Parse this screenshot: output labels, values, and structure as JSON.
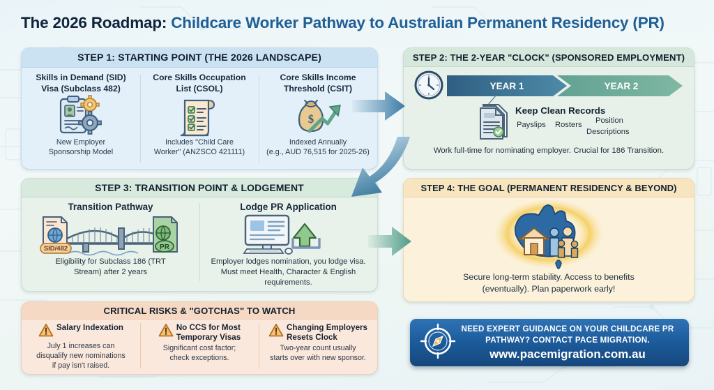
{
  "title": {
    "lead": "The 2026 Roadmap:",
    "rest": "Childcare Worker Pathway to Australian Permanent Residency (PR)"
  },
  "step1": {
    "header": "STEP 1: STARTING POINT (THE 2026 LANDSCAPE)",
    "columns": [
      {
        "title": "Skills in Demand (SID)\nVisa (Subclass 482)",
        "title_l1": "Skills in Demand (SID)",
        "title_l2": "Visa (Subclass 482)",
        "icon": "clipboard-gears-icon",
        "sub_l1": "New Employer",
        "sub_l2": "Sponsorship Model"
      },
      {
        "title_l1": "Core Skills Occupation",
        "title_l2": "List (CSOL)",
        "icon": "checklist-scroll-icon",
        "sub_l1": "Includes \"Child Care",
        "sub_l2": "Worker\" (ANZSCO 421111)"
      },
      {
        "title_l1": "Core Skills Income",
        "title_l2": "Threshold (CSIT)",
        "icon": "money-bag-growth-icon",
        "sub_l1": "Indexed Annually",
        "sub_l2": "(e.g., AUD 76,515 for 2025-26)"
      }
    ]
  },
  "step2": {
    "header": "STEP 2: THE 2-YEAR \"CLOCK\" (SPONSORED EMPLOYMENT)",
    "clock_icon": "wall-clock-icon",
    "year1_label": "YEAR 1",
    "year2_label": "YEAR 2",
    "doc_icon": "document-check-icon",
    "records_title": "Keep Clean Records",
    "tags": [
      "Payslips",
      "Rosters",
      "Position",
      "Descriptions"
    ],
    "footnote": "Work full-time for nominating employer. Crucial for 186 Transition."
  },
  "step3": {
    "header": "STEP 3: TRANSITION POINT & LODGEMENT",
    "columns": [
      {
        "title": "Transition Pathway",
        "icon": "bridge-passport-icon",
        "badge_left": "SID/482",
        "badge_right": "PR",
        "sub_l1": "Eligibility for Subclass 186 (TRT",
        "sub_l2": "Stream) after 2 years"
      },
      {
        "title": "Lodge PR Application",
        "icon": "monitor-upload-icon",
        "sub_l1": "Employer lodges nomination, you lodge visa.",
        "sub_l2": "Must meet Health, Character & English",
        "sub_l3": "requirements."
      }
    ]
  },
  "step4": {
    "header": "STEP 4: THE GOAL (PERMANENT RESIDENCY & BEYOND)",
    "icon": "australia-family-home-icon",
    "sub_l1": "Secure long-term stability. Access to benefits",
    "sub_l2": "(eventually). Plan paperwork early!"
  },
  "risks": {
    "header": "CRITICAL RISKS & \"GOTCHAS\" TO WATCH",
    "items": [
      {
        "icon": "warning-triangle-icon",
        "name_l1": "Salary Indexation",
        "name_l2": "",
        "sub_l1": "July 1 increases can",
        "sub_l2": "disqualify new nominations",
        "sub_l3": "if pay isn't raised."
      },
      {
        "icon": "warning-triangle-icon",
        "name_l1": "No CCS for Most",
        "name_l2": "Temporary Visas",
        "sub_l1": "Significant cost factor;",
        "sub_l2": "check exceptions.",
        "sub_l3": ""
      },
      {
        "icon": "warning-triangle-icon",
        "name_l1": "Changing Employers",
        "name_l2": "Resets Clock",
        "sub_l1": "Two-year count usually",
        "sub_l2": "starts over with new sponsor.",
        "sub_l3": ""
      }
    ]
  },
  "cta": {
    "icon": "compass-icon",
    "line1": "NEED EXPERT GUIDANCE ON YOUR CHILDCARE PR",
    "line2": "PATHWAY? CONTACT PACE MIGRATION.",
    "url": "www.pacemigration.com.au"
  },
  "arrows": {
    "step1_to_step2": "arrow-right-blue",
    "step2_to_step3": "arrow-curved-down-blue",
    "step3_to_step4": "arrow-right-green"
  },
  "colors": {
    "title_dark": "#10243a",
    "title_blue": "#1e5f96",
    "step1_bg": "#e3f0fa",
    "step2_bg": "#e7f1ea",
    "step3_bg": "#e8f2ea",
    "step4_bg": "#fcf2dc",
    "risks_bg": "#fbe8dd",
    "cta_blue": "#1d5d9e",
    "year1_bar": "#3c7ca5",
    "year2_bar": "#6aa898",
    "warning_amber": "#e8a33d"
  }
}
